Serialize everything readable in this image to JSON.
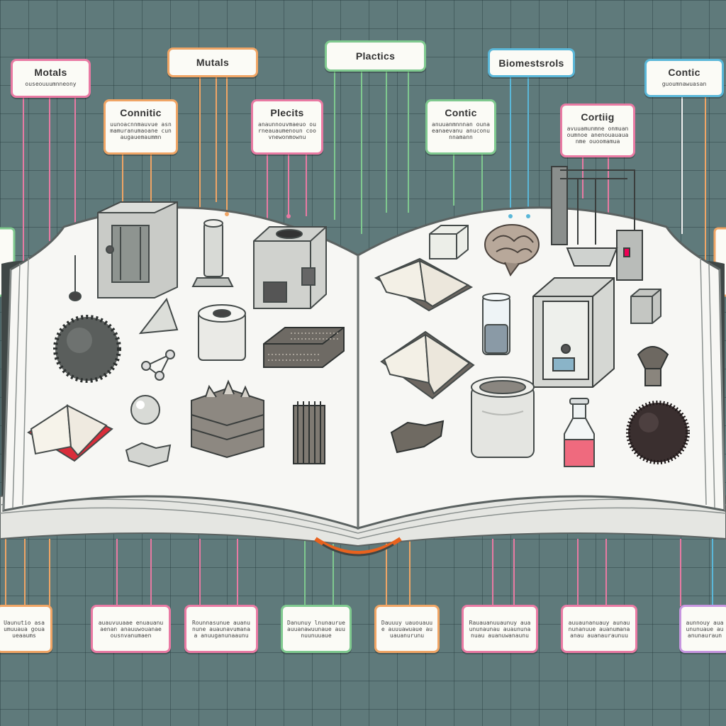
{
  "colors": {
    "background": "#5f7a7b",
    "pink": "#e97aa3",
    "orange": "#f0a565",
    "green": "#7fc98f",
    "blue": "#5ab7d8",
    "violet": "#c796e0",
    "page": "#f7f7f4",
    "book_edge": "#5b6261"
  },
  "top_labels": [
    {
      "title": "Motals",
      "squiggle": "ouseouuumnneony",
      "color": "pink"
    },
    {
      "title": "Mutals",
      "squiggle": "",
      "color": "orange"
    },
    {
      "title": "Plactics",
      "squiggle": "",
      "color": "green"
    },
    {
      "title": "Biomestsrols",
      "squiggle": "",
      "color": "blue"
    },
    {
      "title": "Contic",
      "squiggle": "guoumnawuasan",
      "color": "blue"
    }
  ],
  "mid_labels": [
    {
      "title": "Connitic",
      "squiggle": "uunoacnnmauvue asnmamuranumaoane cunaugauemaummn",
      "color": "orange"
    },
    {
      "title": "Plecits",
      "squiggle": "anaunnouvmaeuo ourneauaumenoun coovnewonmownu",
      "color": "pink"
    },
    {
      "title": "Contic",
      "squiggle": "anuuanmnnnan ounaeanaevanu anuconunnamann",
      "color": "green"
    },
    {
      "title": "Cortiig",
      "squiggle": "avuuamunmne onmuanoumnoe anenouauauanme ouoomamua",
      "color": "pink"
    }
  ],
  "bottom_labels": [
    {
      "squiggle": "Uaunutio asaumuuaua gouaueaaums",
      "color": "orange"
    },
    {
      "squiggle": "auauvuuaae enuauanuaenan anauuwouanae ousnvanumaen",
      "color": "pink"
    },
    {
      "squiggle": "Rounnasunue auanunune auaunavumanaa anuuganunaaunu",
      "color": "pink"
    },
    {
      "squiggle": "Danunuy lnunaurue auuanawuunaue auunuunuuaue",
      "color": "green"
    },
    {
      "squiggle": "Dauuuy uauouauue auuuawuaue auuauanurunu",
      "color": "orange"
    },
    {
      "squiggle": "Rauauanuuaunuy auaununaunau auaununanuau auanuwanaunu",
      "color": "pink"
    },
    {
      "squiggle": "auuaunanuauy aunaununanuue auanumanaanau auanauraunuu",
      "color": "pink"
    },
    {
      "squiggle": "aunnouy auaununuaue auanunauraun",
      "color": "violet"
    }
  ],
  "icons": {
    "left_page": [
      "printer-3d-icon",
      "rod-icon",
      "cube-printer-icon",
      "spiky-ball-icon",
      "shard-icon",
      "tube-icon",
      "mesh-block-icon",
      "molecule-icon",
      "crystal-stack-icon",
      "bead-icon",
      "open-book-icon",
      "rods-bundle-icon",
      "rock-icon"
    ],
    "right_page": [
      "block-icon",
      "brain-icon",
      "printer-frame-icon",
      "open-book-icon",
      "vial-icon",
      "open-book-icon",
      "cube-frame-icon",
      "small-cube-icon",
      "brush-icon",
      "jar-icon",
      "sponge-icon",
      "flask-icon",
      "dark-ball-icon"
    ]
  }
}
